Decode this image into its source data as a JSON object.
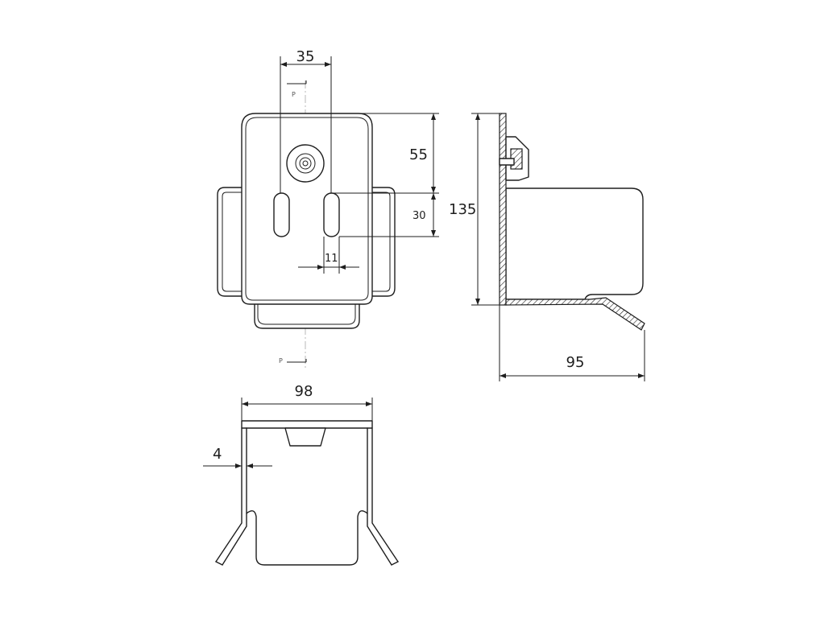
{
  "front_view": {
    "dim_slot_spacing": "35",
    "dim_height_upper": "55",
    "dim_slot_length": "30",
    "dim_slot_width": "11",
    "section_mark_top": "P",
    "section_mark_bottom": "P"
  },
  "side_view": {
    "dim_total_height": "135",
    "dim_depth": "95"
  },
  "top_view": {
    "dim_width": "98",
    "dim_thickness": "4"
  }
}
